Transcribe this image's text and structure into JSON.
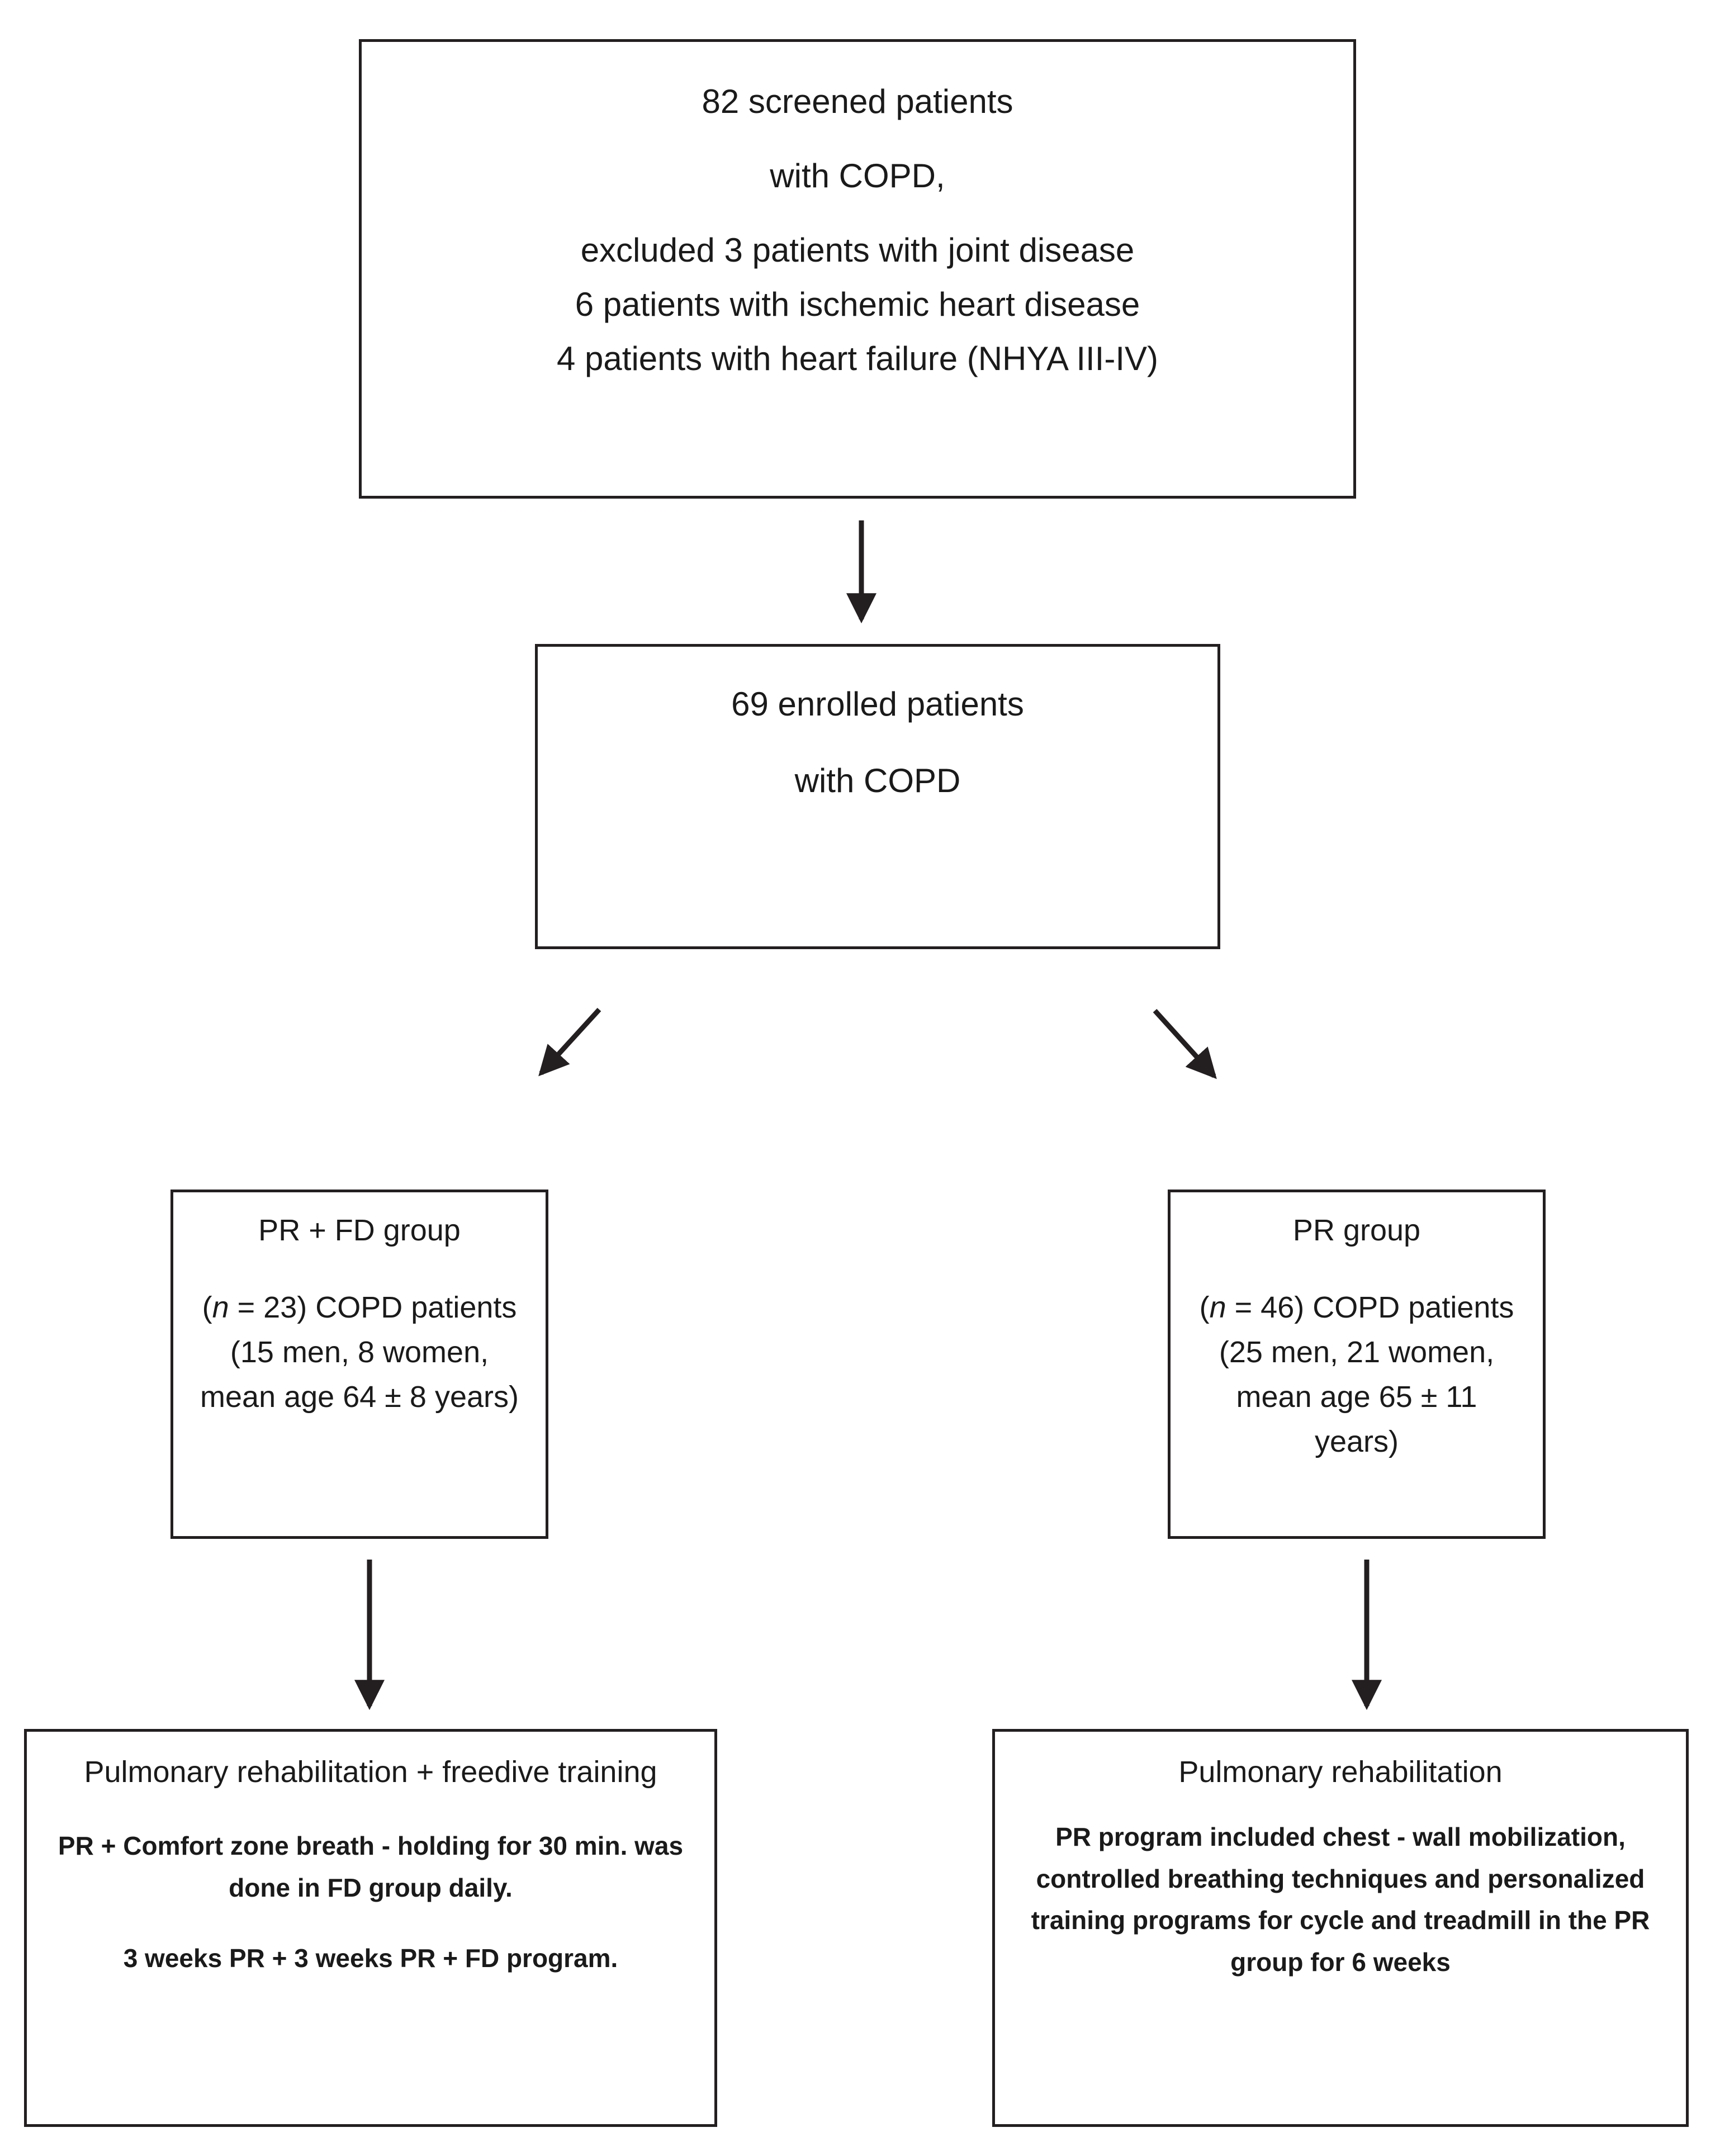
{
  "diagram": {
    "title": "COPD pulmonary rehabilitation study flow diagram",
    "line_color": "#231f20",
    "background": "#ffffff"
  },
  "boxes": {
    "screened": {
      "lines": [
        "82 screened patients",
        "with COPD,",
        "excluded 3 patients with joint disease",
        "6 patients with ischemic heart disease",
        "4 patients with heart failure (NHYA III-IV)"
      ]
    },
    "enrolled": {
      "lines": [
        "69 enrolled patients",
        "with COPD"
      ]
    },
    "group_left": {
      "title": "PR + FD group",
      "n_prefix": "(",
      "n_symbol": "n",
      "n_value": " = 23) COPD patients (15 men, 8 women, mean age 64 ± 8 years)"
    },
    "group_right": {
      "title": "PR group",
      "n_prefix": "(",
      "n_symbol": "n",
      "n_value": " = 46) COPD patients (25 men, 21 women, mean age 65 ± 11 years)"
    },
    "program_left": {
      "heading": "Pulmonary rehabilitation + freedive training",
      "paragraphs": [
        "PR + Comfort zone breath - holding for 30 min. was done in FD group daily.",
        "3 weeks PR + 3 weeks PR + FD program."
      ]
    },
    "program_right": {
      "heading": "Pulmonary rehabilitation",
      "paragraphs": [
        "PR program included chest - wall mobilization, controlled breathing techniques and personalized training programs for cycle and treadmill in the PR group for 6 weeks"
      ]
    }
  },
  "connectors": [
    {
      "name": "screened-to-enrolled",
      "direction": "down"
    },
    {
      "name": "enrolled-to-group-left",
      "direction": "down-left"
    },
    {
      "name": "enrolled-to-group-right",
      "direction": "down-right"
    },
    {
      "name": "group-left-to-program-left",
      "direction": "down"
    },
    {
      "name": "group-right-to-program-right",
      "direction": "down"
    }
  ]
}
